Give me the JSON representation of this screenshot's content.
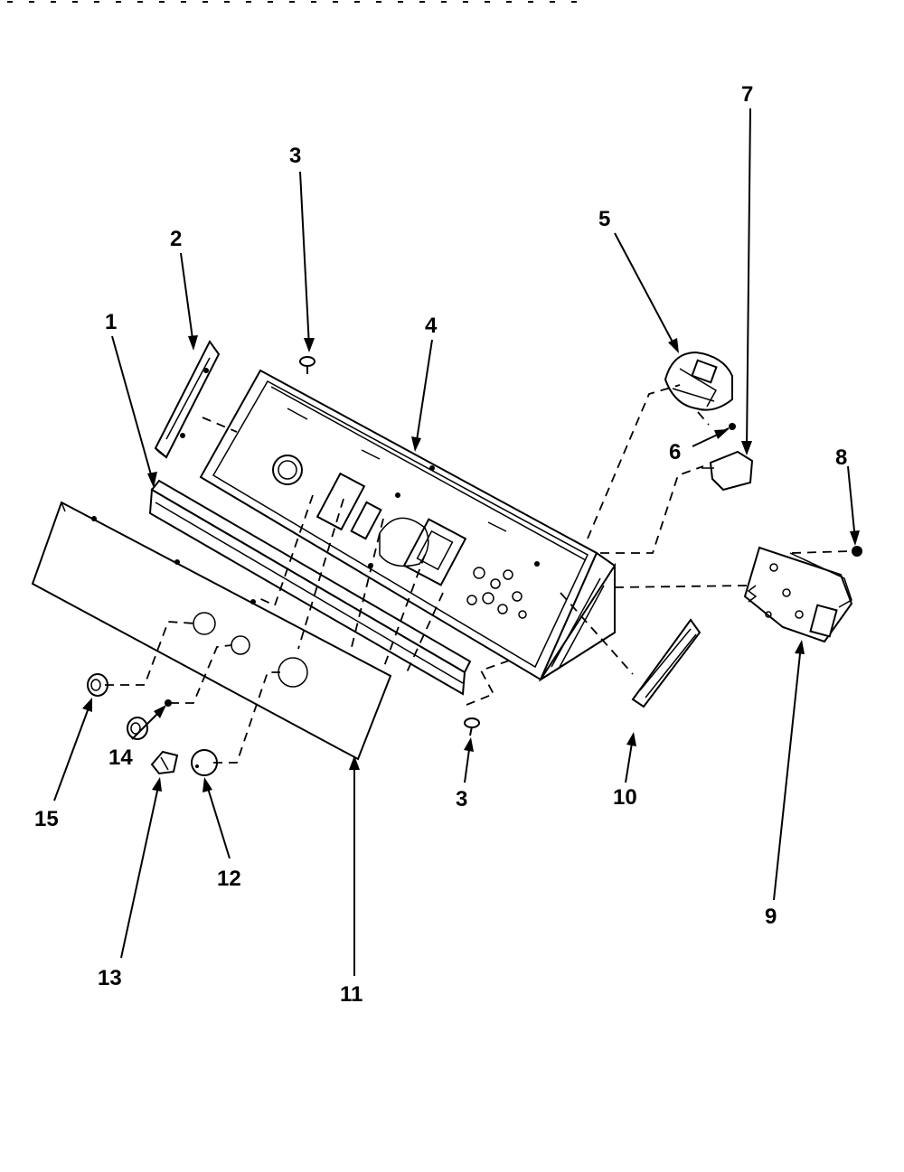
{
  "diagram": {
    "callouts": [
      {
        "id": "c1",
        "label": "1"
      },
      {
        "id": "c2",
        "label": "2"
      },
      {
        "id": "c3a",
        "label": "3"
      },
      {
        "id": "c3b",
        "label": "3"
      },
      {
        "id": "c4",
        "label": "4"
      },
      {
        "id": "c5",
        "label": "5"
      },
      {
        "id": "c6",
        "label": "6"
      },
      {
        "id": "c7",
        "label": "7"
      },
      {
        "id": "c8",
        "label": "8"
      },
      {
        "id": "c9",
        "label": "9"
      },
      {
        "id": "c10",
        "label": "10"
      },
      {
        "id": "c11",
        "label": "11"
      },
      {
        "id": "c12",
        "label": "12"
      },
      {
        "id": "c13",
        "label": "13"
      },
      {
        "id": "c14",
        "label": "14"
      },
      {
        "id": "c15",
        "label": "15"
      }
    ],
    "colors": {
      "ink": "#000000",
      "paper": "#ffffff"
    }
  }
}
